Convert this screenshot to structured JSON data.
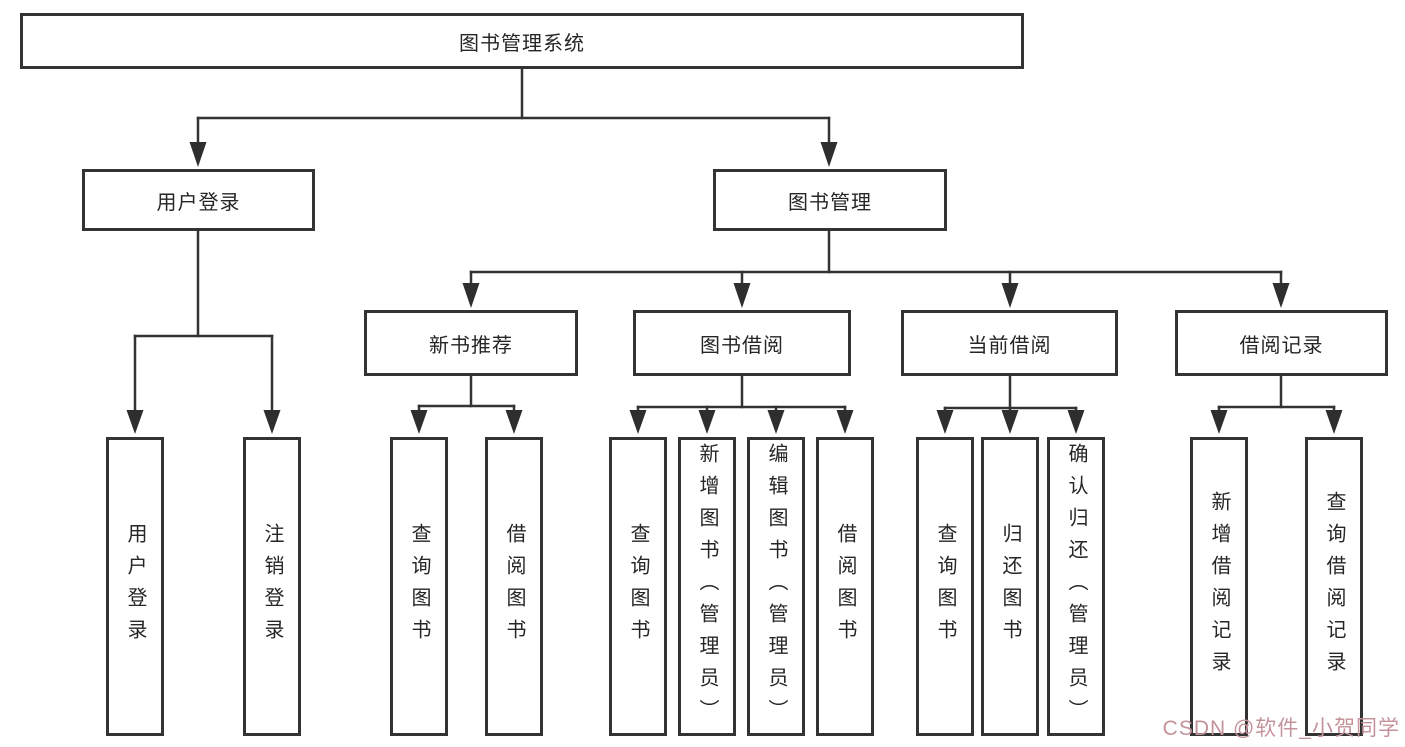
{
  "diagram": {
    "root": {
      "label": "图书管理系统"
    },
    "branches": [
      {
        "label": "用户登录",
        "children": [
          {
            "label": "用户登录"
          },
          {
            "label": "注销登录"
          }
        ]
      },
      {
        "label": "图书管理",
        "children": [
          {
            "label": "新书推荐",
            "children": [
              {
                "label": "查询图书"
              },
              {
                "label": "借阅图书"
              }
            ]
          },
          {
            "label": "图书借阅",
            "children": [
              {
                "label": "查询图书"
              },
              {
                "label": "新增图书（管理员）"
              },
              {
                "label": "编辑图书（管理员）"
              },
              {
                "label": "借阅图书"
              }
            ]
          },
          {
            "label": "当前借阅",
            "children": [
              {
                "label": "查询图书"
              },
              {
                "label": "归还图书"
              },
              {
                "label": "确认归还（管理员）"
              }
            ]
          },
          {
            "label": "借阅记录",
            "children": [
              {
                "label": "新增借阅记录"
              },
              {
                "label": "查询借阅记录"
              }
            ]
          }
        ]
      }
    ]
  },
  "watermark": {
    "text": "CSDN @软件_小贺同学"
  },
  "colors": {
    "line": "#333333",
    "box_border": "#333333",
    "text": "#262626",
    "watermark": "#c4939a",
    "background": "#ffffff"
  }
}
